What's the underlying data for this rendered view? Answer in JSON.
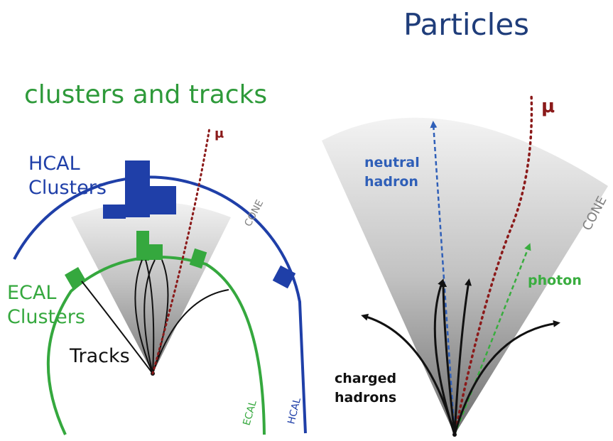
{
  "titles": {
    "left": "clusters and tracks",
    "right": "Particles"
  },
  "left_panel": {
    "hcal_clusters": [
      "HCAL",
      "Clusters"
    ],
    "ecal_clusters": [
      "ECAL",
      "Clusters"
    ],
    "tracks": "Tracks",
    "mu": "μ",
    "cone": "CONE",
    "ecal_arc": "ECAL",
    "hcal_arc": "HCAL"
  },
  "right_panel": {
    "neutral_hadron": [
      "neutral",
      "hadron"
    ],
    "photon": "photon",
    "charged_hadrons": [
      "charged",
      "hadrons"
    ],
    "mu": "μ",
    "cone": "CONE"
  },
  "colors": {
    "hcal_blue": "#1f3fa8",
    "ecal_green": "#35a83e",
    "muon_red": "#8b1a1a",
    "neutral_blue": "#2f5fb8",
    "photon_green": "#39ad3f"
  }
}
